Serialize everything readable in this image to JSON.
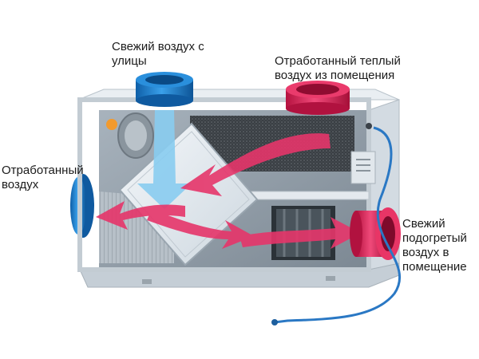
{
  "labels": {
    "fresh_outside": [
      "Свежий воздух с",
      "улицы"
    ],
    "exhaust_warm": [
      "Отработанный теплый",
      "воздух из помещения"
    ],
    "exhaust_out": [
      "Отработанный",
      "воздух"
    ],
    "fresh_heated": [
      "Свежий",
      "подогретый",
      "воздух в",
      "помещение"
    ]
  },
  "colors": {
    "fresh_duct": "#1f7fd0",
    "warm_duct": "#e0245a",
    "hot_arrow": "#e23a6a",
    "cold_arrow": "#7fc6ee",
    "casing": "#dfe6ec",
    "cable": "#2a78c4"
  }
}
